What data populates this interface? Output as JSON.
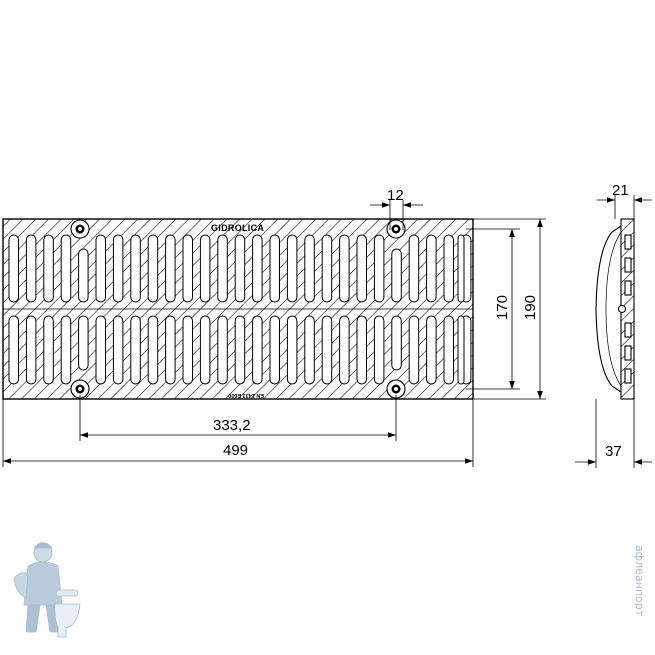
{
  "drawing": {
    "brand_label": "GIDROLICA",
    "standard_label": "EN 1433 E600",
    "dimensions": {
      "slot_width": "12",
      "inner_width": "170",
      "outer_width": "190",
      "hole_spacing": "333,2",
      "overall_length": "499",
      "profile_top": "21",
      "profile_height": "37"
    }
  },
  "watermark": {
    "text": "афлеанпорт",
    "logo_icon": "plumber-with-toilet-icon",
    "color": "#a9bdd3"
  }
}
